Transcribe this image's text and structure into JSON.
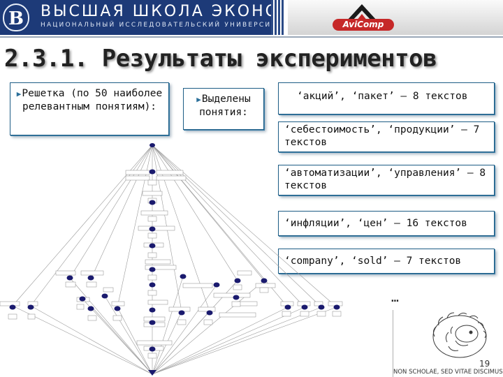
{
  "header": {
    "org_name": "ВЫСШАЯ ШКОЛА ЭКОНОМИКИ",
    "org_subtitle": "НАЦИОНАЛЬНЫЙ ИССЛЕДОВАТЕЛЬСКИЙ УНИВЕРСИТЕТ",
    "partner_logo_text": "AviComp"
  },
  "slide": {
    "title": "2.3.1. Результаты экспериментов",
    "left_box": "Решетка (по 50 наиболее релевантным понятиям):",
    "middle_box": "Выделены понятия:",
    "results": [
      "‘акций’, ‘пакет’ – 8 текстов",
      "‘себестоимость’, ‘продукции’ – 7 текстов",
      "‘автоматизации’, ‘управления’ – 8 текстов",
      "‘инфляции’,  ‘цен’ – 16 текстов",
      "‘company’, ‘sold’ – 7 текстов"
    ],
    "ellipsis": "…",
    "page_number": "19",
    "motto": "NON SCHOLAE, SED VITAE DISCIMUS"
  },
  "colors": {
    "hse_blue": "#1d3a78",
    "box_border": "#1f5e86",
    "node_fill": "#1a1a6e",
    "avicomp_red": "#c62828"
  }
}
